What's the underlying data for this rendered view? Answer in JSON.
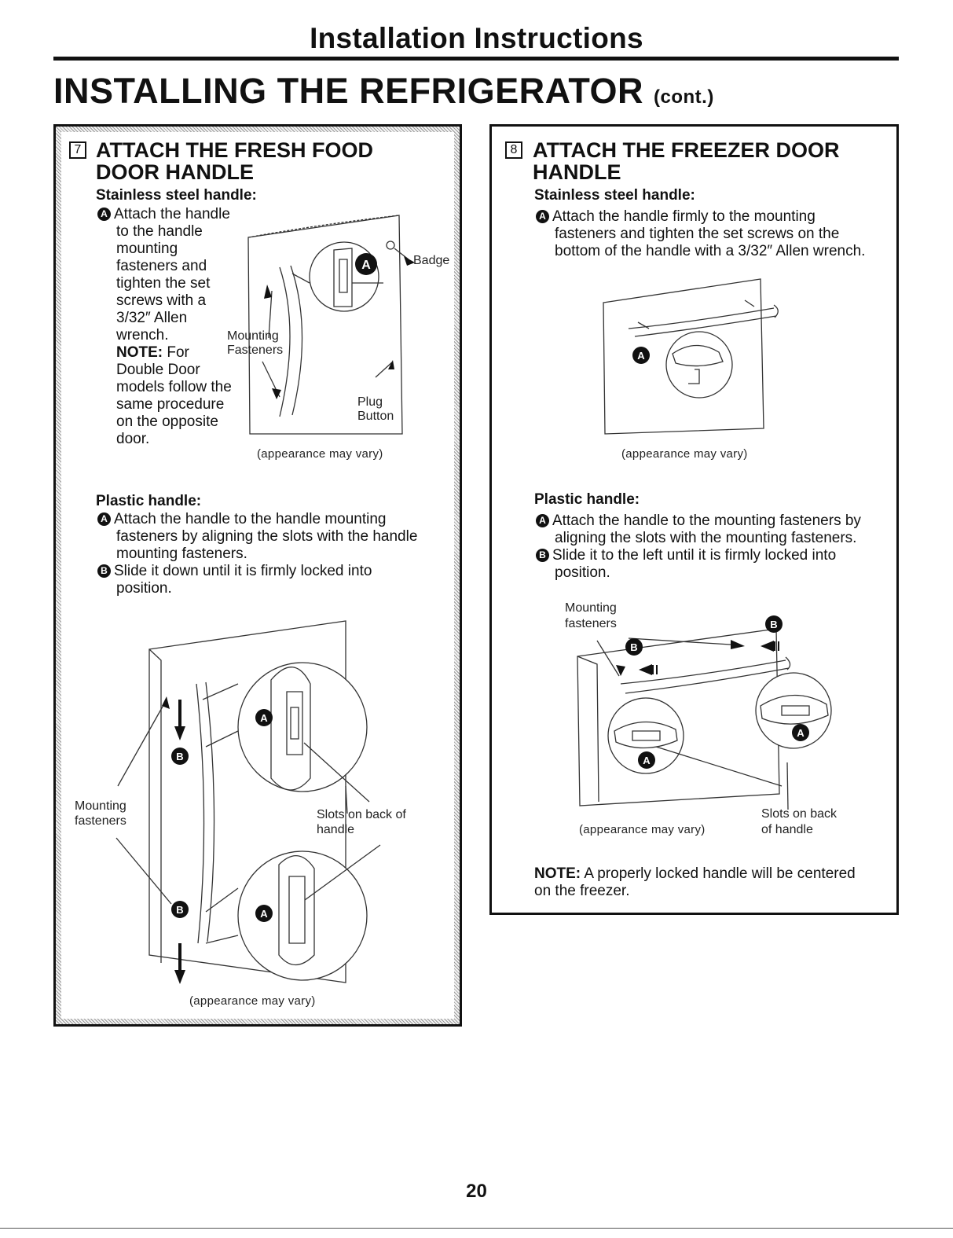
{
  "header": {
    "title": "Installation Instructions"
  },
  "section": {
    "title": "INSTALLING THE REFRIGERATOR",
    "cont": "(cont.)"
  },
  "step7": {
    "number": "7",
    "title_line1": "ATTACH THE FRESH FOOD",
    "title_line2": "DOOR HANDLE",
    "stainless": {
      "heading": "Stainless steel handle:",
      "badge": "A",
      "lines": [
        "Attach the handle",
        "to the handle",
        "mounting",
        "fasteners and",
        "tighten the set",
        "screws with a",
        "3/32″ Allen",
        "wrench."
      ],
      "note_label": "NOTE:",
      "note_first": " For",
      "note_lines": [
        "Double Door",
        "models follow the",
        "same procedure",
        "on the opposite",
        "door."
      ],
      "labels": {
        "badge": "Badge",
        "mounting": "Mounting",
        "fasteners": "Fasteners",
        "plug": "Plug",
        "button": "Button"
      },
      "caption": "(appearance may vary)"
    },
    "plastic": {
      "heading": "Plastic handle:",
      "a_badge": "A",
      "a_lines": [
        "Attach the handle to the handle mounting",
        "fasteners by aligning the slots with the handle",
        "mounting fasteners."
      ],
      "b_badge": "B",
      "b_lines": [
        "Slide it down until it is firmly locked into",
        "position."
      ],
      "labels": {
        "mounting": "Mounting",
        "fasteners": "fasteners",
        "slots1": "Slots on back of",
        "slots2": "handle"
      },
      "caption": "(appearance may vary)"
    }
  },
  "step8": {
    "number": "8",
    "title_line1": "ATTACH THE FREEZER DOOR",
    "title_line2": "HANDLE",
    "stainless": {
      "heading": "Stainless steel handle:",
      "badge": "A",
      "lines": [
        "Attach the handle firmly to the mounting",
        "fasteners and tighten the set screws on the",
        "bottom of the handle with a 3/32″ Allen wrench."
      ],
      "caption": "(appearance may vary)"
    },
    "plastic": {
      "heading": "Plastic handle:",
      "a_badge": "A",
      "a_lines": [
        "Attach the handle to the mounting fasteners by",
        "aligning the slots with the mounting fasteners."
      ],
      "b_badge": "B",
      "b_lines": [
        "Slide it to the left until it is firmly locked into",
        "position."
      ],
      "labels": {
        "mounting": "Mounting",
        "fasteners": "fasteners",
        "slots1": "Slots on back",
        "slots2": "of handle"
      },
      "caption": "(appearance may vary)"
    },
    "note_label": "NOTE:",
    "note_lines": [
      " A properly locked handle will be centered",
      "on the freezer."
    ]
  },
  "figure_badges": {
    "a": "A",
    "b": "B"
  },
  "page_number": "20"
}
